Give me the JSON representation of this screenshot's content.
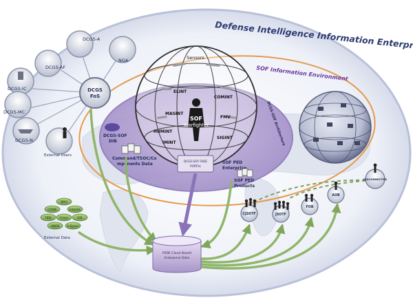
{
  "titles": {
    "enterprise": "Defense Intelligence Information Enterprise",
    "sof_environment": "SOF Information Environment",
    "architecture": "DCGS-SOF Architecture"
  },
  "dcgs_nodes": {
    "army": "DCGS-A",
    "af": "DCGS-AF",
    "nga": "NGA",
    "ic": "DCGS-IC",
    "mc": "DCGS-MC",
    "navy": "DCGS-N",
    "fos_line1": "DCGS",
    "fos_line2": "FoS",
    "external_users": "External Users"
  },
  "sensor_globe": {
    "sensors": "Sensors",
    "elint": "ELINT",
    "comint": "COMINT",
    "masint": "MASINT",
    "fmv": "FMV",
    "humint": "HUMINT",
    "imint": "IMINT",
    "sigint": "SIGINT",
    "sof_line1": "SOF",
    "sof_line2": "Warfighter"
  },
  "center": {
    "dib_line1": "DCGS-SOF",
    "dib_line2": "DIB",
    "command_line1": "Command/TSOC/Co",
    "command_line2": "mponents Data",
    "portal_line1": "DCGS-SOF FADE",
    "portal_line2": "PORTAL",
    "ped_enterprise_line1": "SOF PED",
    "ped_enterprise_line2": "Enterprise",
    "ped_products_line1": "SOF PED",
    "ped_products_line2": "Products"
  },
  "external_data": {
    "label": "External Data",
    "disks": [
      "NRO",
      "CIDNE",
      "Intelink",
      "TIDE",
      "Cross",
      "DIS",
      "HNDB",
      "A-Space"
    ]
  },
  "cloud_storage": {
    "line1": "FADE Cloud Based",
    "line2": "Enterprise Data"
  },
  "field_units": [
    {
      "label": "CJSOTF"
    },
    {
      "label": "JSOTF"
    },
    {
      "label": "FOB"
    },
    {
      "label": "AOB"
    },
    {
      "label": "DISCONNECTED"
    }
  ]
}
